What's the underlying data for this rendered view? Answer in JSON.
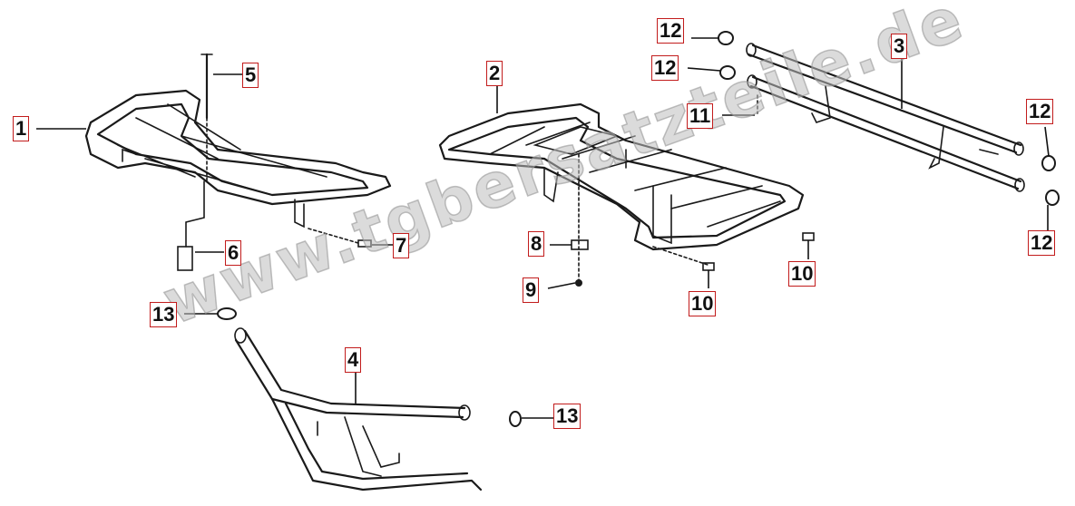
{
  "watermark": "www.tgbersatzteile.de",
  "callouts": [
    {
      "id": "c1",
      "label": "1"
    },
    {
      "id": "c2",
      "label": "2"
    },
    {
      "id": "c3",
      "label": "3"
    },
    {
      "id": "c4",
      "label": "4"
    },
    {
      "id": "c5",
      "label": "5"
    },
    {
      "id": "c6",
      "label": "6"
    },
    {
      "id": "c7",
      "label": "7"
    },
    {
      "id": "c8",
      "label": "8"
    },
    {
      "id": "c9",
      "label": "9"
    },
    {
      "id": "c10a",
      "label": "10"
    },
    {
      "id": "c10b",
      "label": "10"
    },
    {
      "id": "c11",
      "label": "11"
    },
    {
      "id": "c12a",
      "label": "12"
    },
    {
      "id": "c12b",
      "label": "12"
    },
    {
      "id": "c12c",
      "label": "12"
    },
    {
      "id": "c12d",
      "label": "12"
    },
    {
      "id": "c13a",
      "label": "13"
    },
    {
      "id": "c13b",
      "label": "13"
    }
  ]
}
